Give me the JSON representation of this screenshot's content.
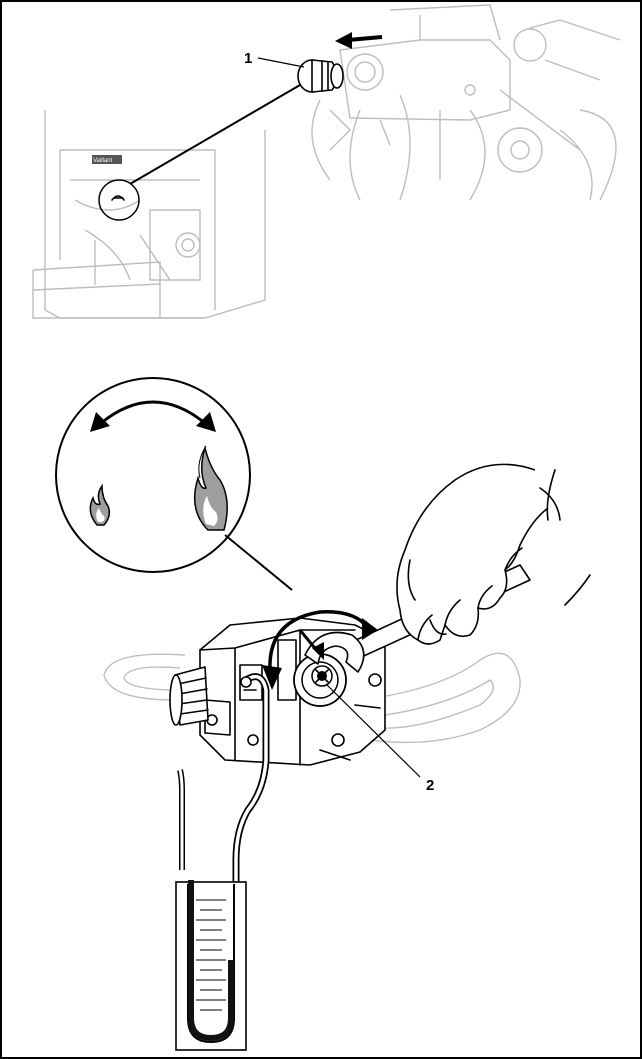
{
  "callouts": {
    "part_1": "1",
    "part_2": "2"
  },
  "appliance": {
    "badge_text": "Vaillant"
  },
  "colors": {
    "line": "#000000",
    "ghost": "#bdbdbd",
    "flame_fill": "#9e9e9e",
    "manometer_fluid": "#111111"
  }
}
